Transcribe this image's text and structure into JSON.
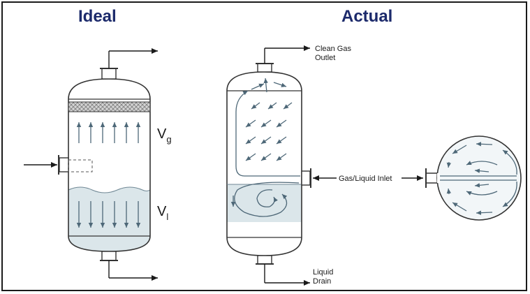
{
  "titles": {
    "ideal": "Ideal",
    "actual": "Actual"
  },
  "ideal": {
    "gas_velocity_symbol": "V",
    "gas_velocity_subscript": "g",
    "liquid_velocity_symbol": "V",
    "liquid_velocity_subscript": "l"
  },
  "actual": {
    "gas_outlet_label_line1": "Clean Gas",
    "gas_outlet_label_line2": "Outlet",
    "inlet_label": "Gas/Liquid Inlet",
    "drain_label_line1": "Liquid",
    "drain_label_line2": "Drain"
  },
  "colors": {
    "title": "#1c2a6b",
    "outline": "#1a1a1a",
    "vessel_stroke": "#333333",
    "liquid_fill": "#dbe6ea",
    "flow_arrow": "#4e6878",
    "mesh_fill": "#bfbfbf"
  }
}
